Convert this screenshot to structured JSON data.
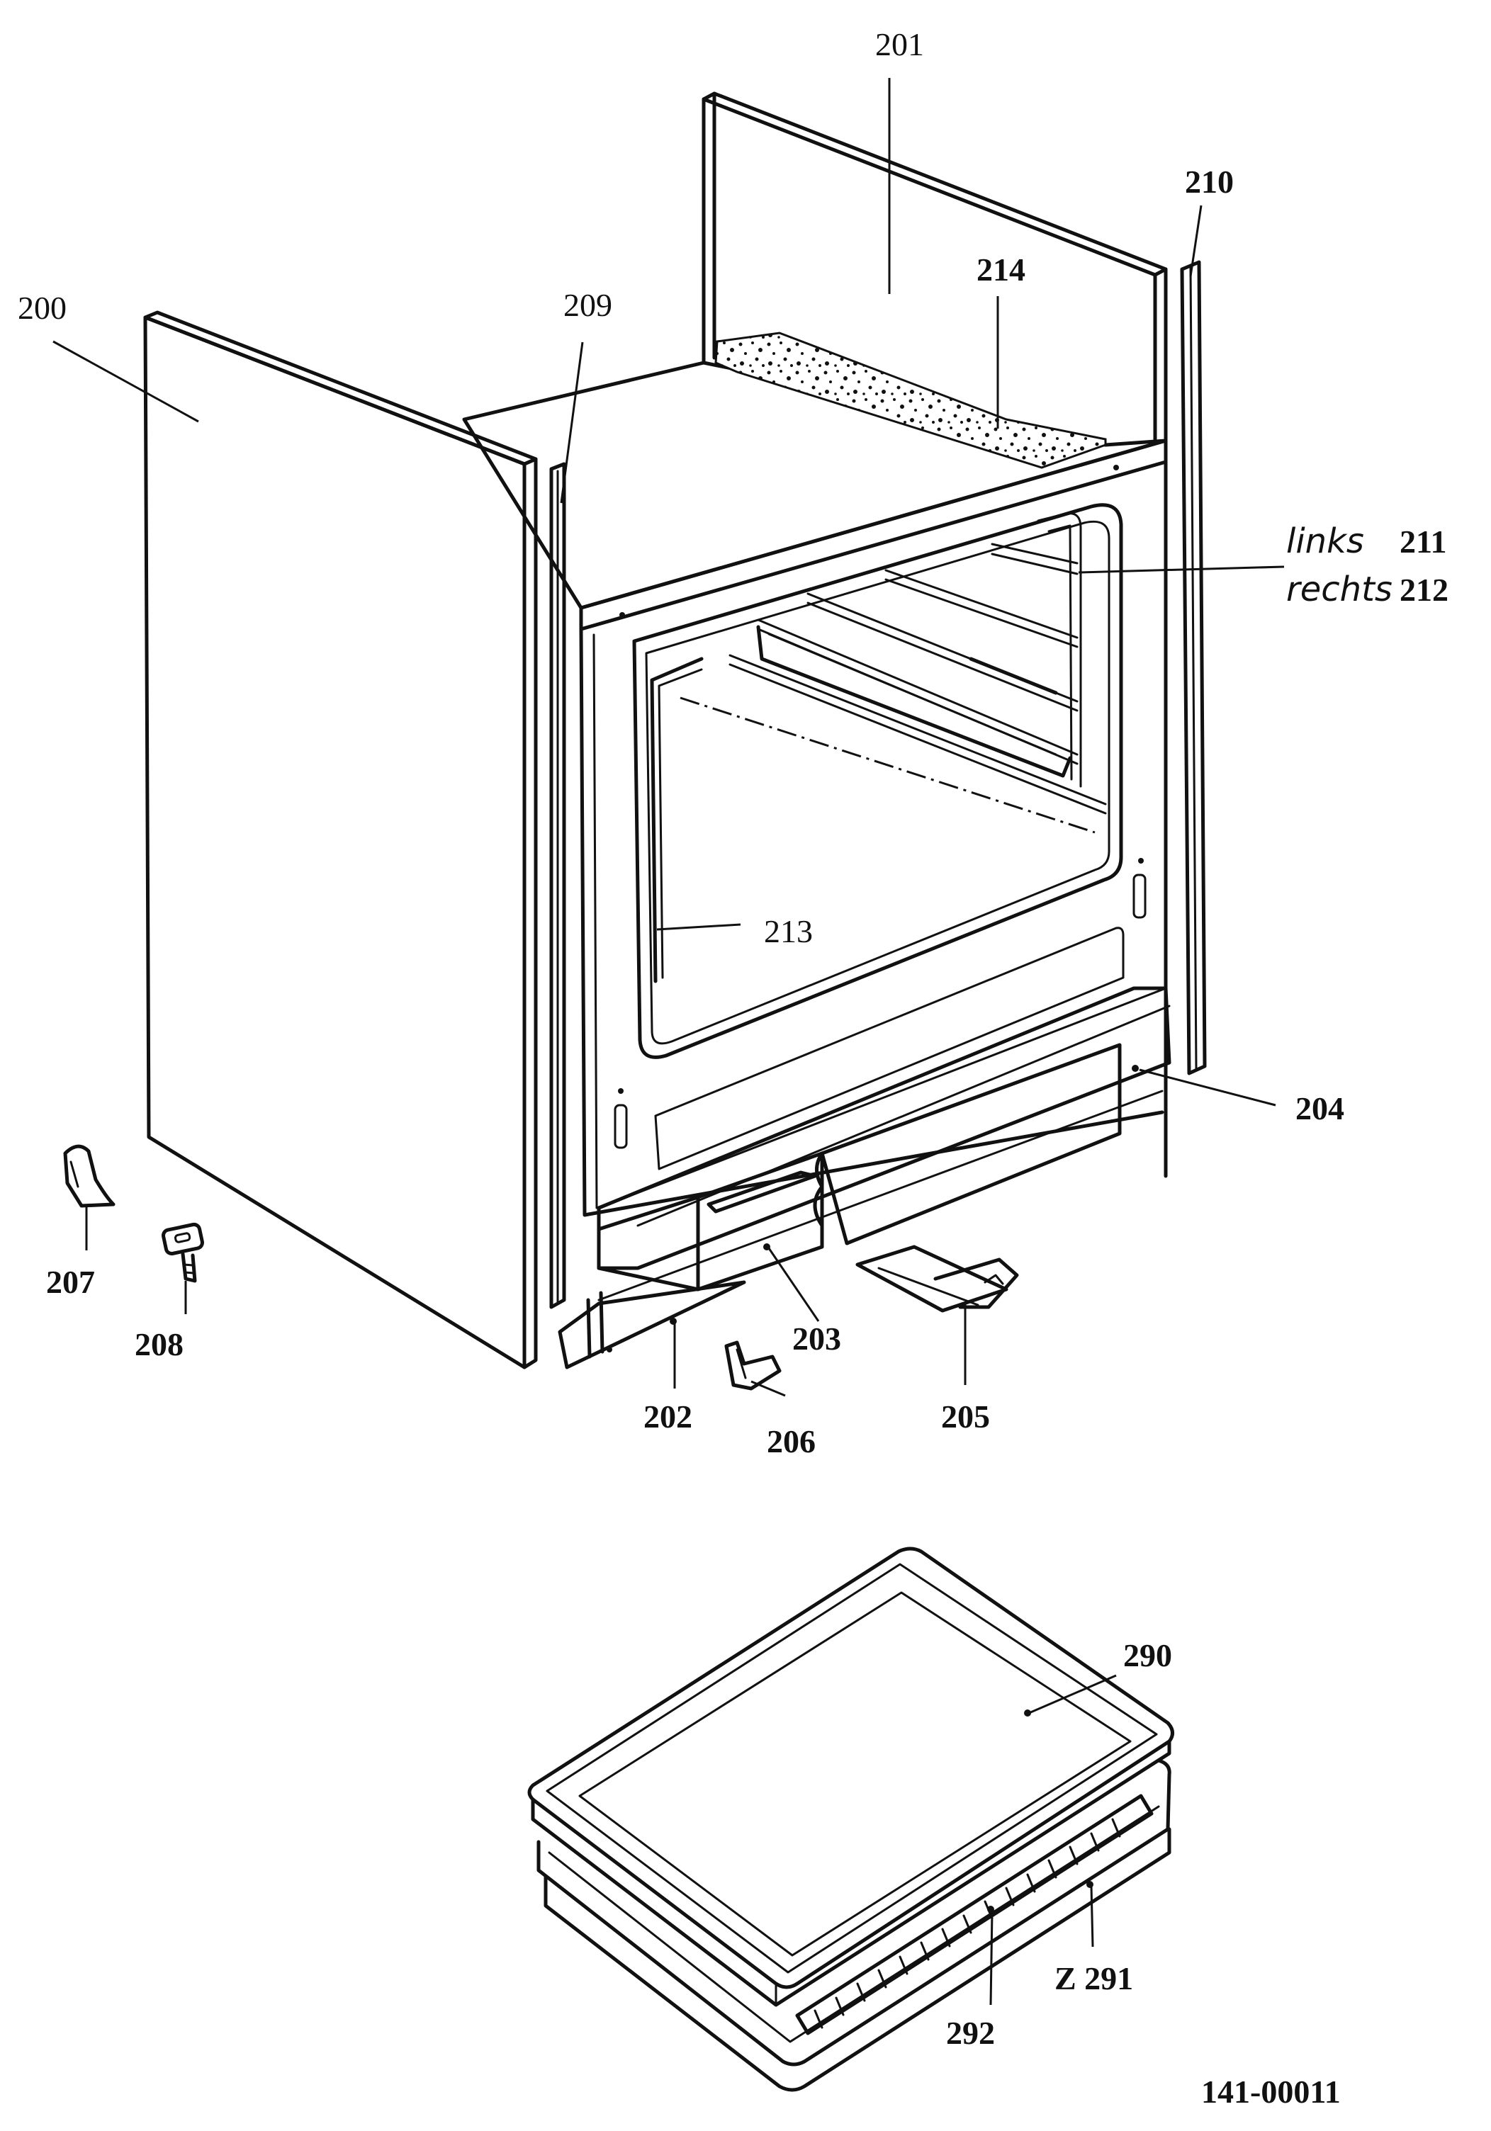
{
  "drawing": {
    "number": "141-00011"
  },
  "labels": {
    "p200": "200",
    "p201": "201",
    "p202": "202",
    "p203": "203",
    "p204": "204",
    "p205": "205",
    "p206": "206",
    "p207": "207",
    "p208": "208",
    "p209": "209",
    "p210": "210",
    "p211_side": "links",
    "p211": "211",
    "p212_side": "rechts",
    "p212": "212",
    "p213": "213",
    "p214": "214",
    "p290": "290",
    "p291": "Z 291",
    "p292": "292"
  }
}
